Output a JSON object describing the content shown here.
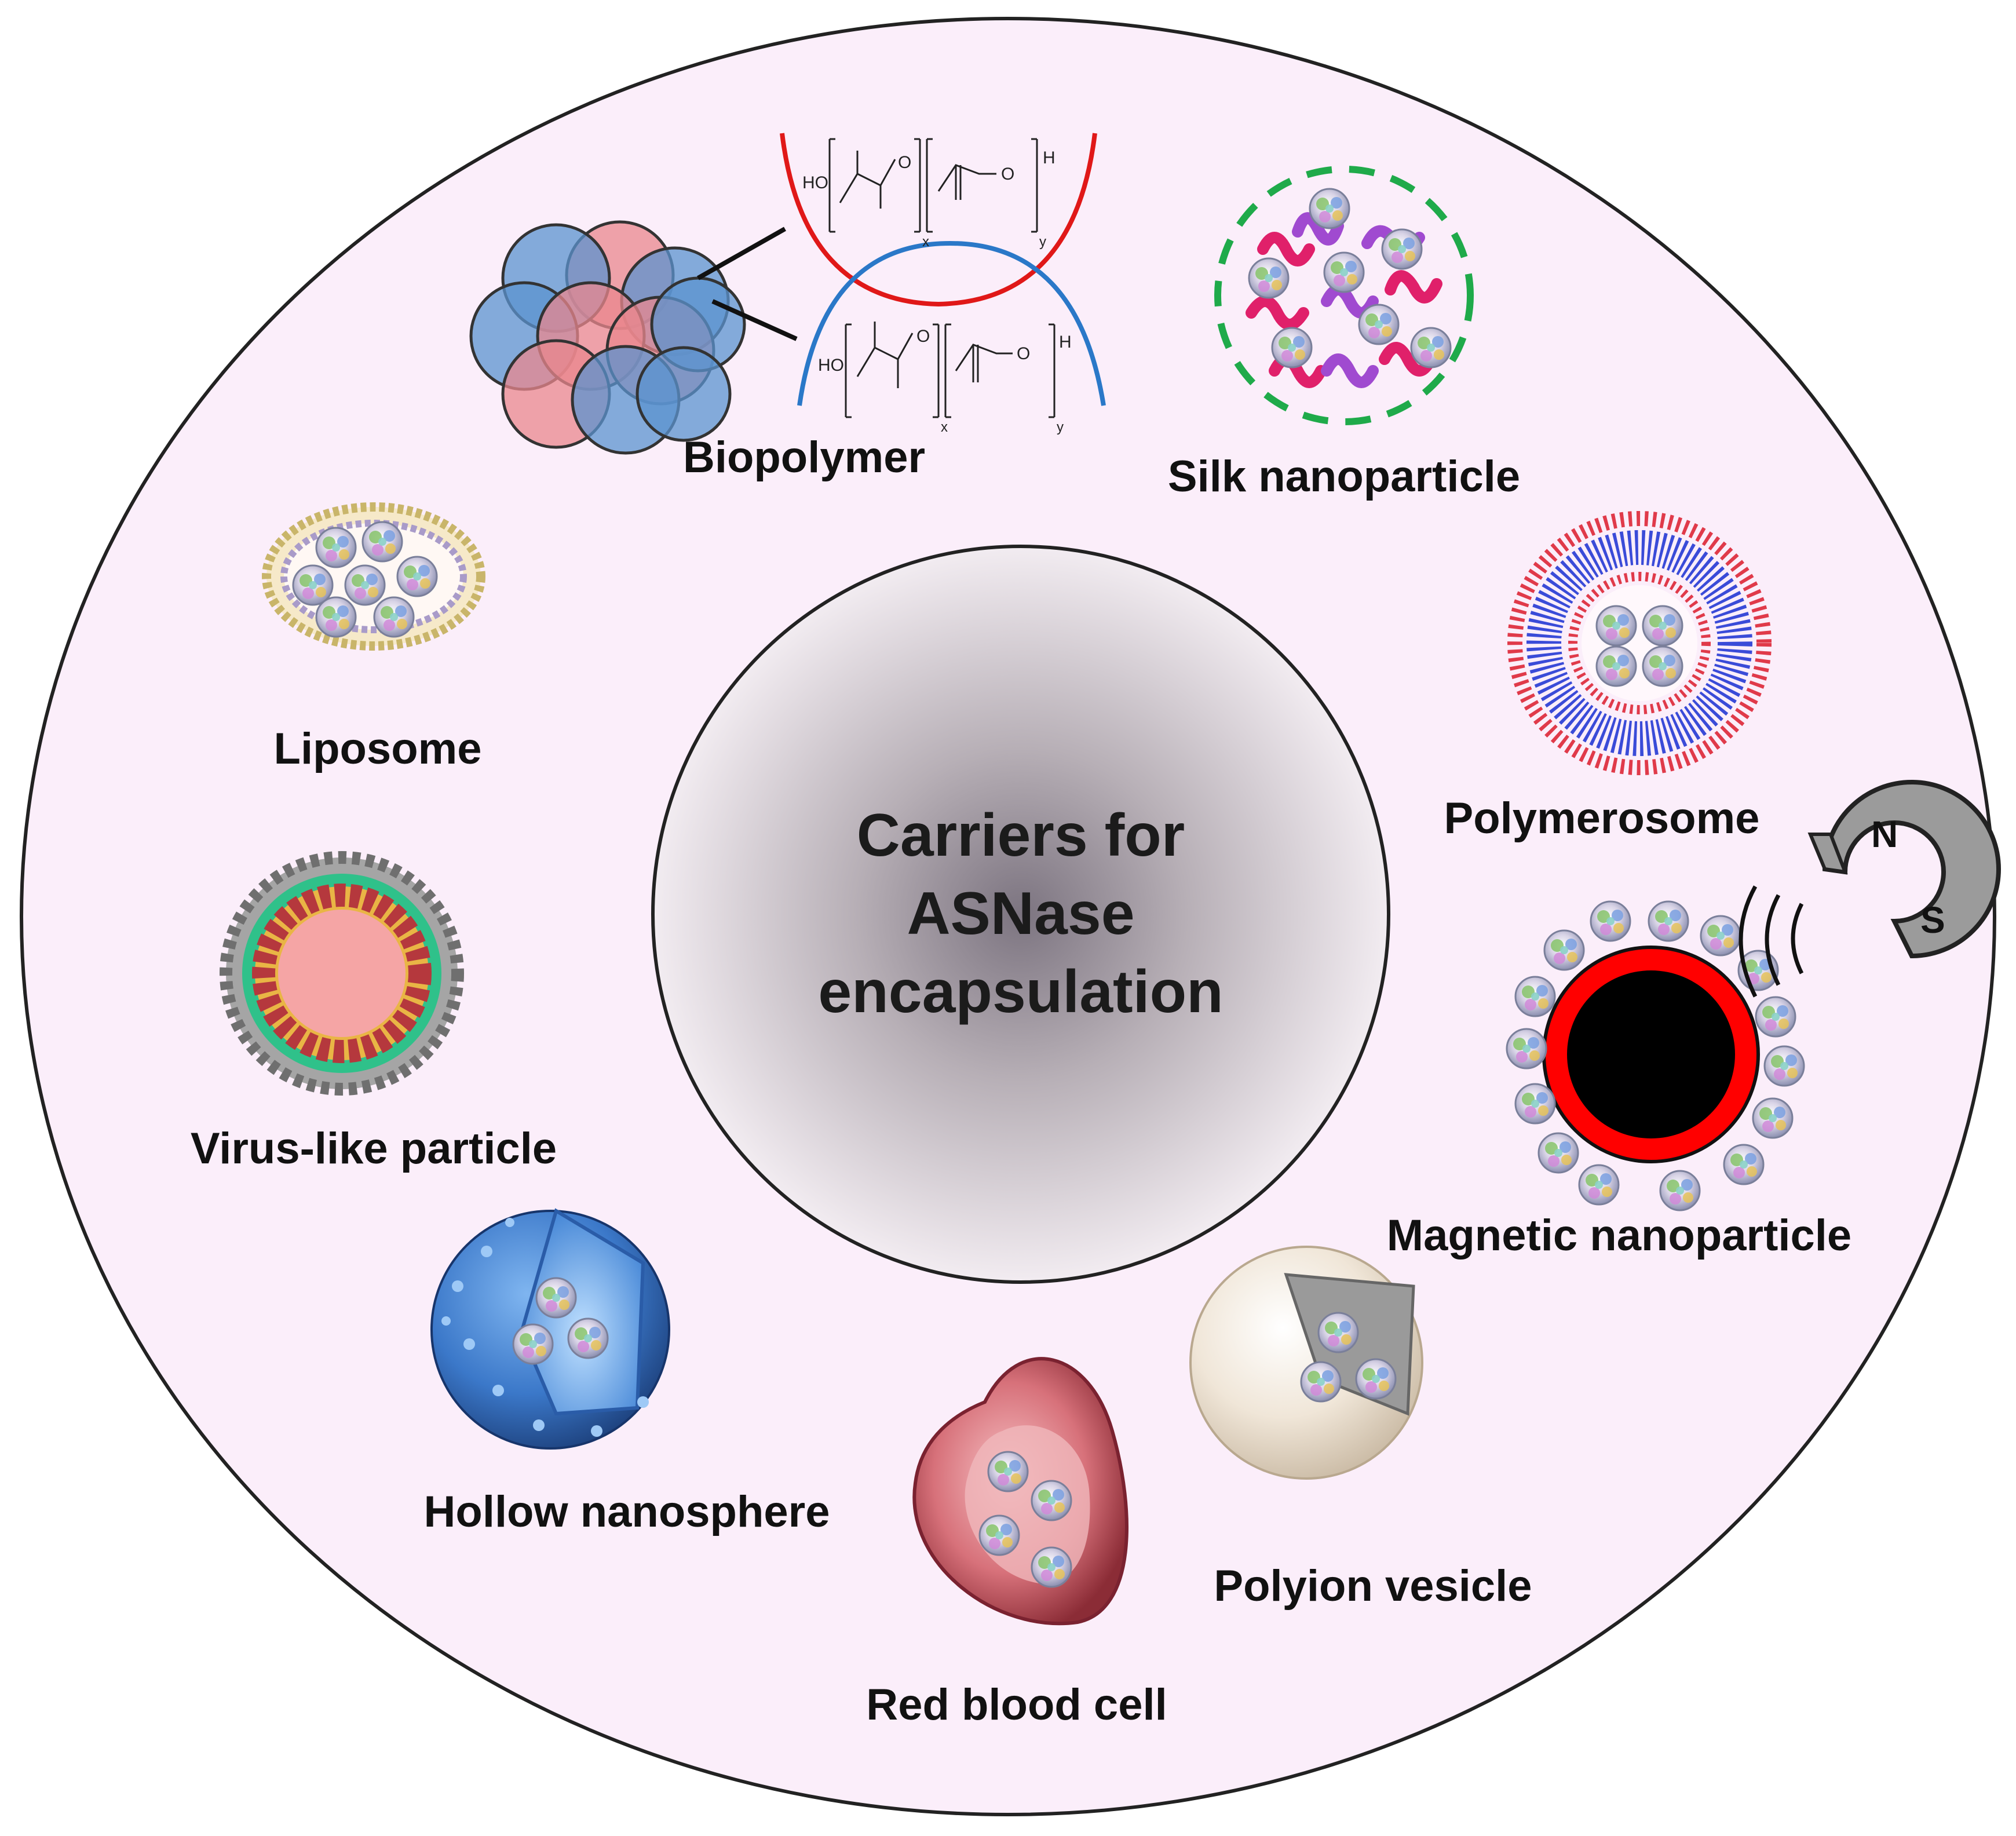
{
  "center": {
    "line1": "Carriers for",
    "line2": "ASNase",
    "line3": "encapsulation"
  },
  "labels": {
    "biopolymer": "Biopolymer",
    "silk": "Silk nanoparticle",
    "liposome": "Liposome",
    "polymerosome": "Polymerosome",
    "virus": "Virus-like particle",
    "magnetic": "Magnetic nanoparticle",
    "hollow": "Hollow nanosphere",
    "polyion": "Polyion vesicle",
    "rbc": "Red blood cell"
  },
  "magnet": {
    "north": "N",
    "south": "S"
  },
  "chem": {
    "ho": "HO",
    "o": "O",
    "h": "H",
    "x": "x",
    "y": "y"
  },
  "colors": {
    "outer_fill": "#fbeefa",
    "red_curve": "#e01818",
    "blue_curve": "#2a78c8",
    "magnet_core": "#000000",
    "magnet_shell": "#ff0000",
    "silk_ring": "#1faa4a"
  }
}
